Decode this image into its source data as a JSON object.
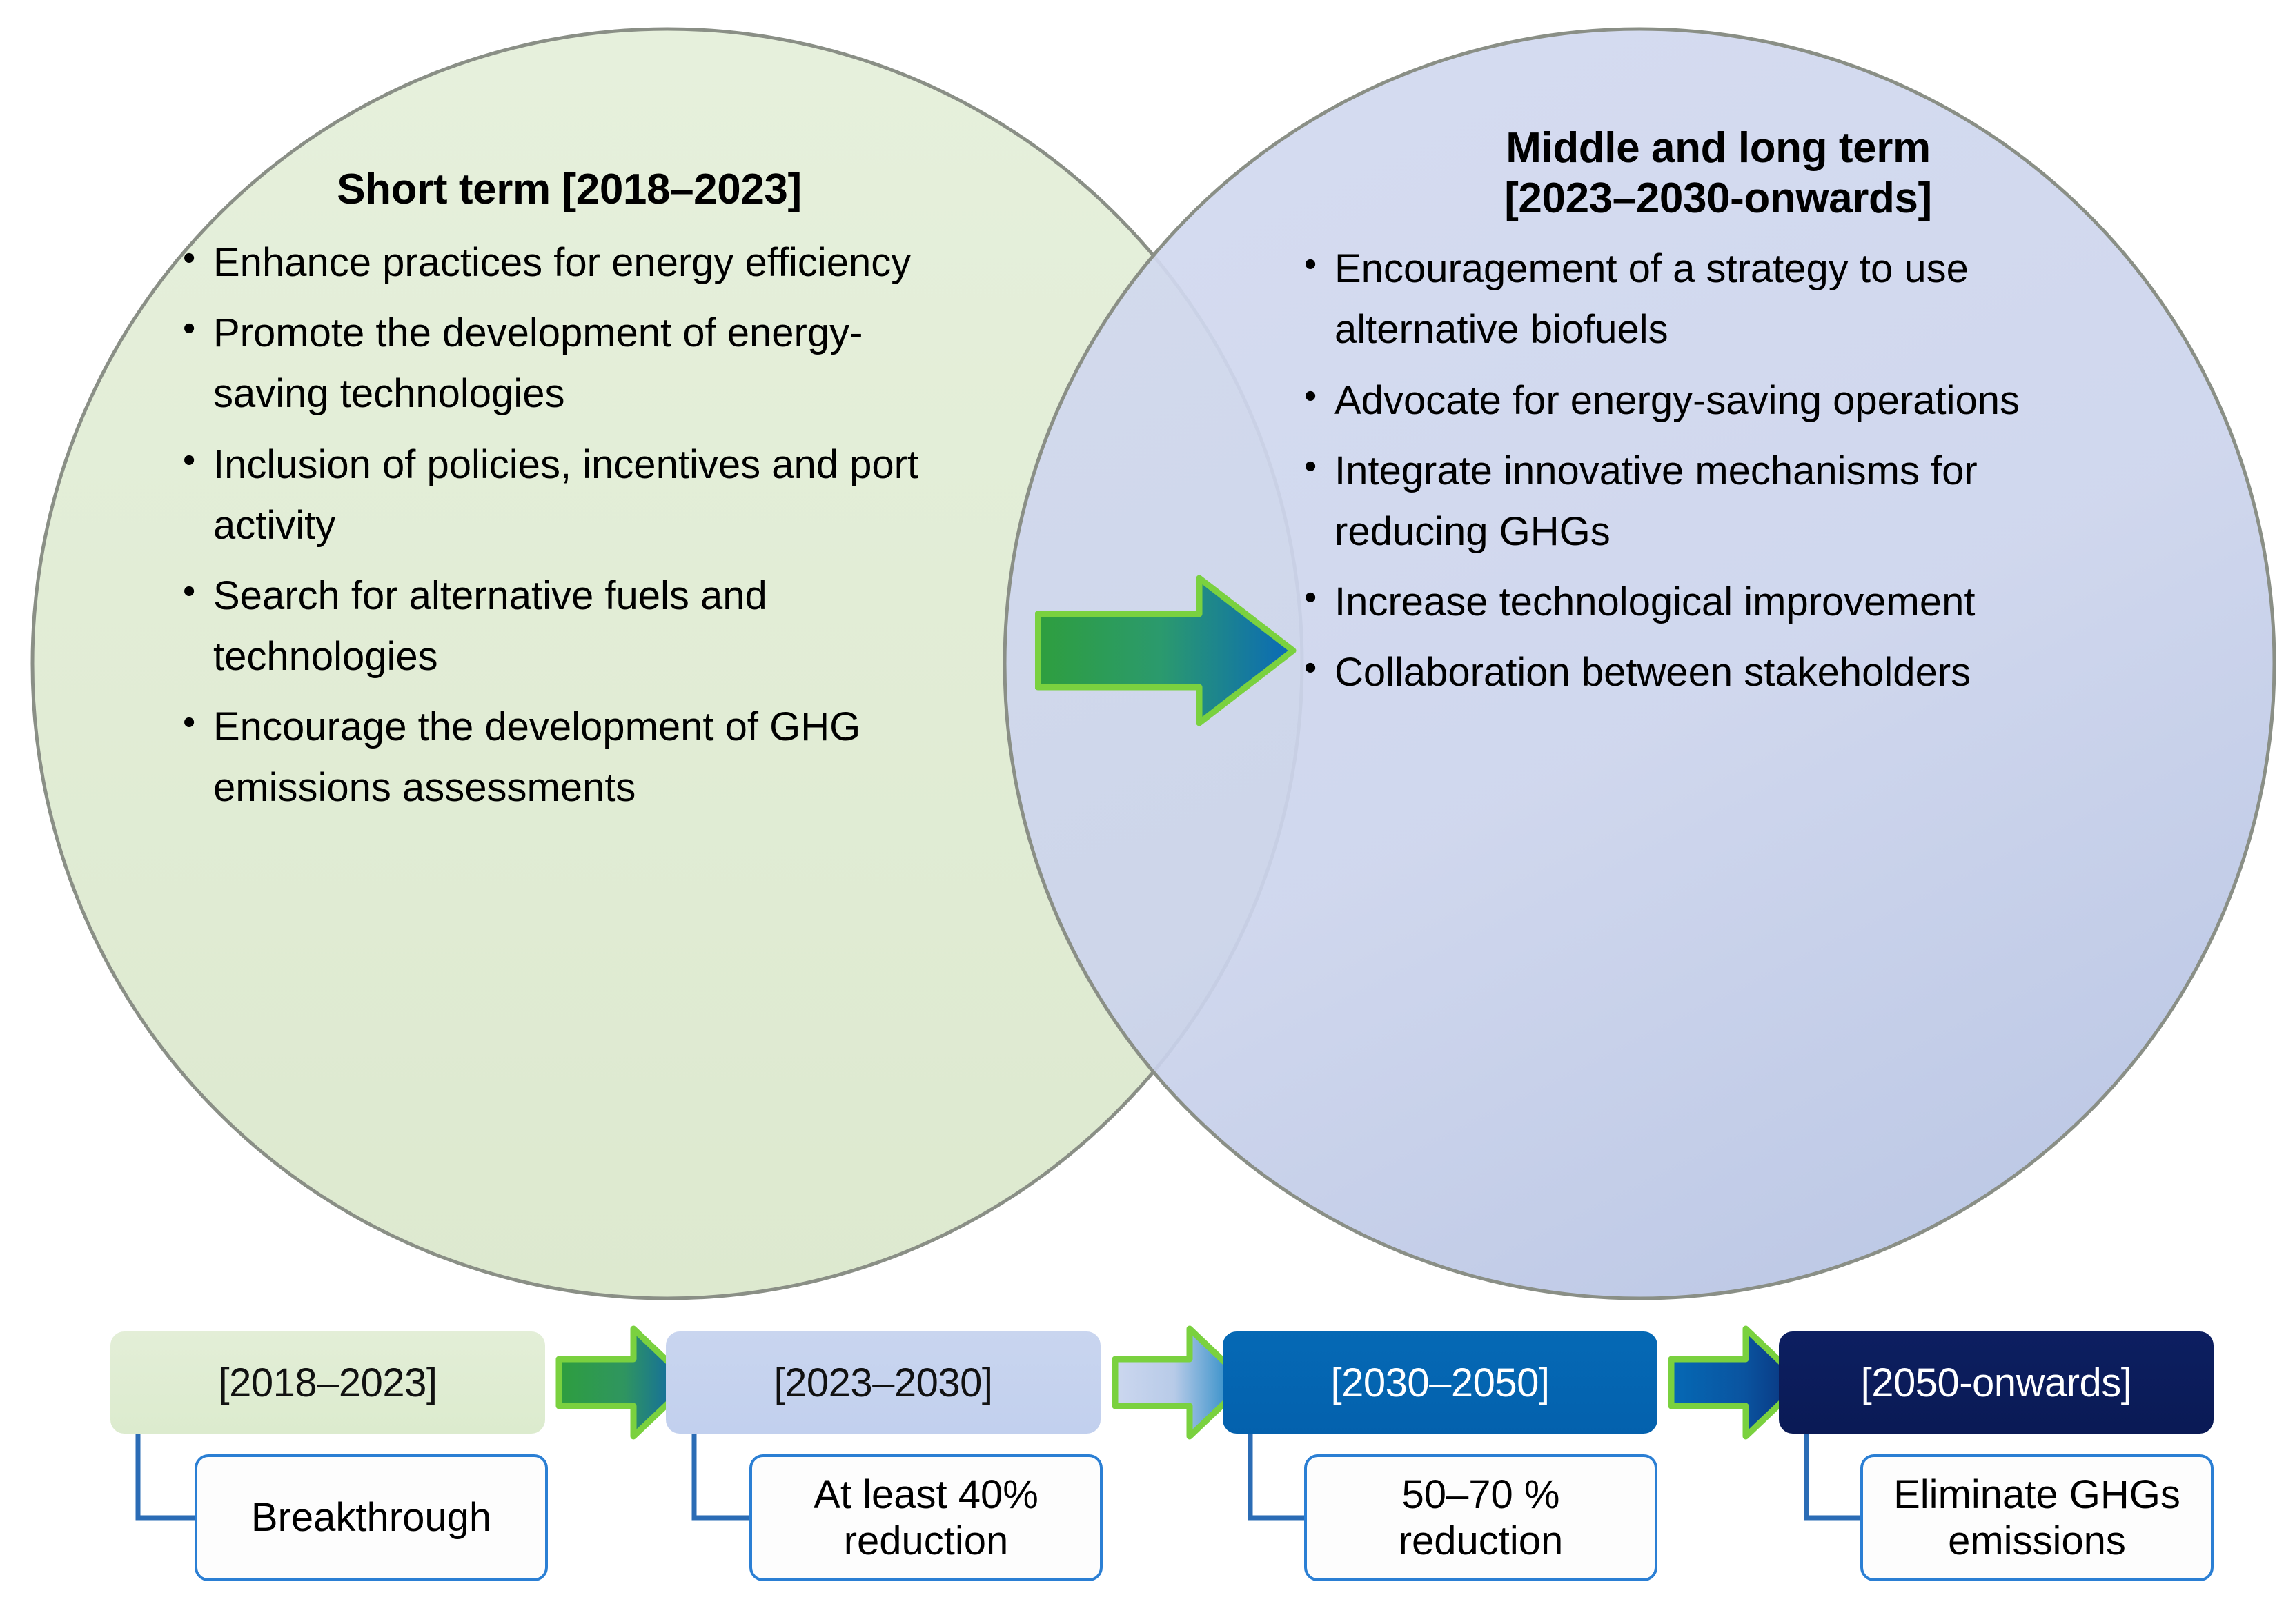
{
  "diagram": {
    "left_circle": {
      "title": "Short term [2018–2023]",
      "fill": "#e2edd4",
      "bullets": [
        "Enhance practices for energy efficiency",
        "Promote the development of energy-saving technologies",
        "Inclusion of policies, incentives and port activity",
        "Search for alternative fuels and technologies",
        "Encourage the development of GHG emissions assessments"
      ]
    },
    "right_circle": {
      "title_line1": "Middle and long term",
      "title_line2": "[2023–2030-onwards]",
      "fill": "#ccd4ec",
      "bullets": [
        "Encouragement of a strategy to use alternative biofuels",
        "Advocate for energy-saving operations",
        "Integrate innovative mechanisms for reducing GHGs",
        "Increase technological improvement",
        "Collaboration between stakeholders"
      ]
    },
    "center_arrow": {
      "label": "transition-arrow",
      "gradient_start": "#2e9e3e",
      "gradient_end": "#0a69b8",
      "outline": "#7ad13f"
    }
  },
  "timeline": {
    "stages": [
      {
        "label": "[2018–2023]",
        "fill": "#dceace",
        "text_color": "#111111"
      },
      {
        "label": "[2023–2030]",
        "fill": "#c5d2ee",
        "text_color": "#111111"
      },
      {
        "label": "[2030–2050]",
        "fill": "#0569b5",
        "text_color": "#ffffff"
      },
      {
        "label": "[2050-onwards]",
        "fill": "#0d1f61",
        "text_color": "#ffffff"
      }
    ],
    "arrows": [
      {
        "gradient_start": "#2e9e3e",
        "gradient_end": "#0a5fb4",
        "outline": "#7ad13f"
      },
      {
        "gradient_start": "#c8d4ee",
        "gradient_end": "#0d7ec0",
        "outline": "#7ad13f"
      },
      {
        "gradient_start": "#0569b5",
        "gradient_end": "#0b2f78",
        "outline": "#7ad13f"
      }
    ],
    "callouts": [
      "Breakthrough",
      "At least 40% reduction",
      "50–70 % reduction",
      "Eliminate GHGs emissions"
    ],
    "connector_color": "#2b6cb5"
  }
}
